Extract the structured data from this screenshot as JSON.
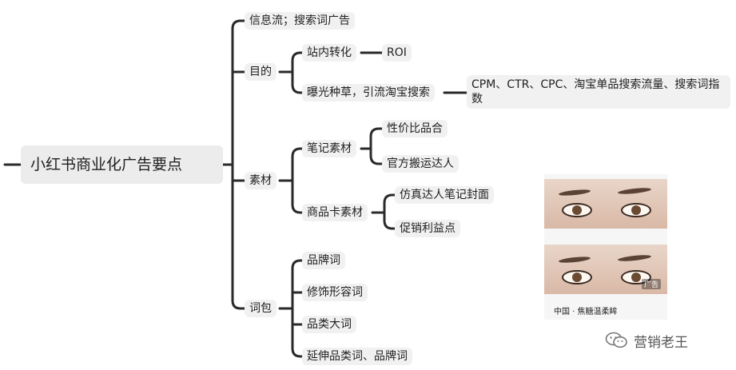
{
  "mindmap": {
    "root": "小红书商业化广告要点",
    "branches": {
      "ads": "信息流；搜索词广告",
      "goal": {
        "label": "目的",
        "conversion": "站内转化",
        "roi": "ROI",
        "exposure": "曝光种草，引流淘宝搜索",
        "metrics": "CPM、CTR、CPC、淘宝单品搜索流量、搜索词指数"
      },
      "material": {
        "label": "素材",
        "notes": "笔记素材",
        "notes_children": [
          "性价比品合",
          "官方搬运达人"
        ],
        "product_card": "商品卡素材",
        "product_card_children": [
          "仿真达人笔记封面",
          "促销利益点"
        ]
      },
      "keywords": {
        "label": "词包",
        "children": [
          "品牌词",
          "修饰形容词",
          "品类大词",
          "延伸品类词、品牌词"
        ]
      }
    }
  },
  "ad_card": {
    "ad_tag": "广告",
    "caption": "中国 · 焦糖温柔眸"
  },
  "watermark": {
    "text": "营销老王",
    "icon": "wechat-icon"
  }
}
